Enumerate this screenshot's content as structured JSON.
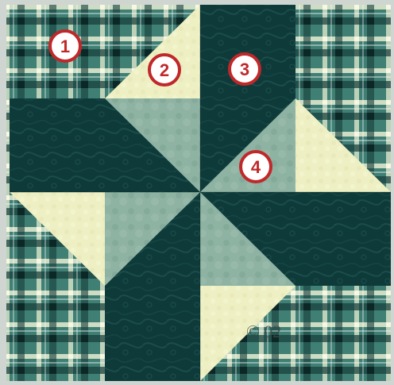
{
  "block": {
    "colors": {
      "plaid_base": "#3f7f74",
      "plaid_light": "#e6ecd0",
      "plaid_dark": "#163c39",
      "navy_teal": "#0f3a3a",
      "navy_teal_mid": "#1a4a48",
      "sage": "#8fb3a3",
      "sage_dark": "#7aa291",
      "cream": "#eef0c4",
      "frame": "#cfd6d2",
      "badge_red": "#c0282a",
      "badge_fill": "#ffffff"
    },
    "labels": [
      {
        "id": "1",
        "text": "1"
      },
      {
        "id": "2",
        "text": "2"
      },
      {
        "id": "3",
        "text": "3"
      },
      {
        "id": "4",
        "text": "4"
      }
    ],
    "watermark": "© 02"
  }
}
